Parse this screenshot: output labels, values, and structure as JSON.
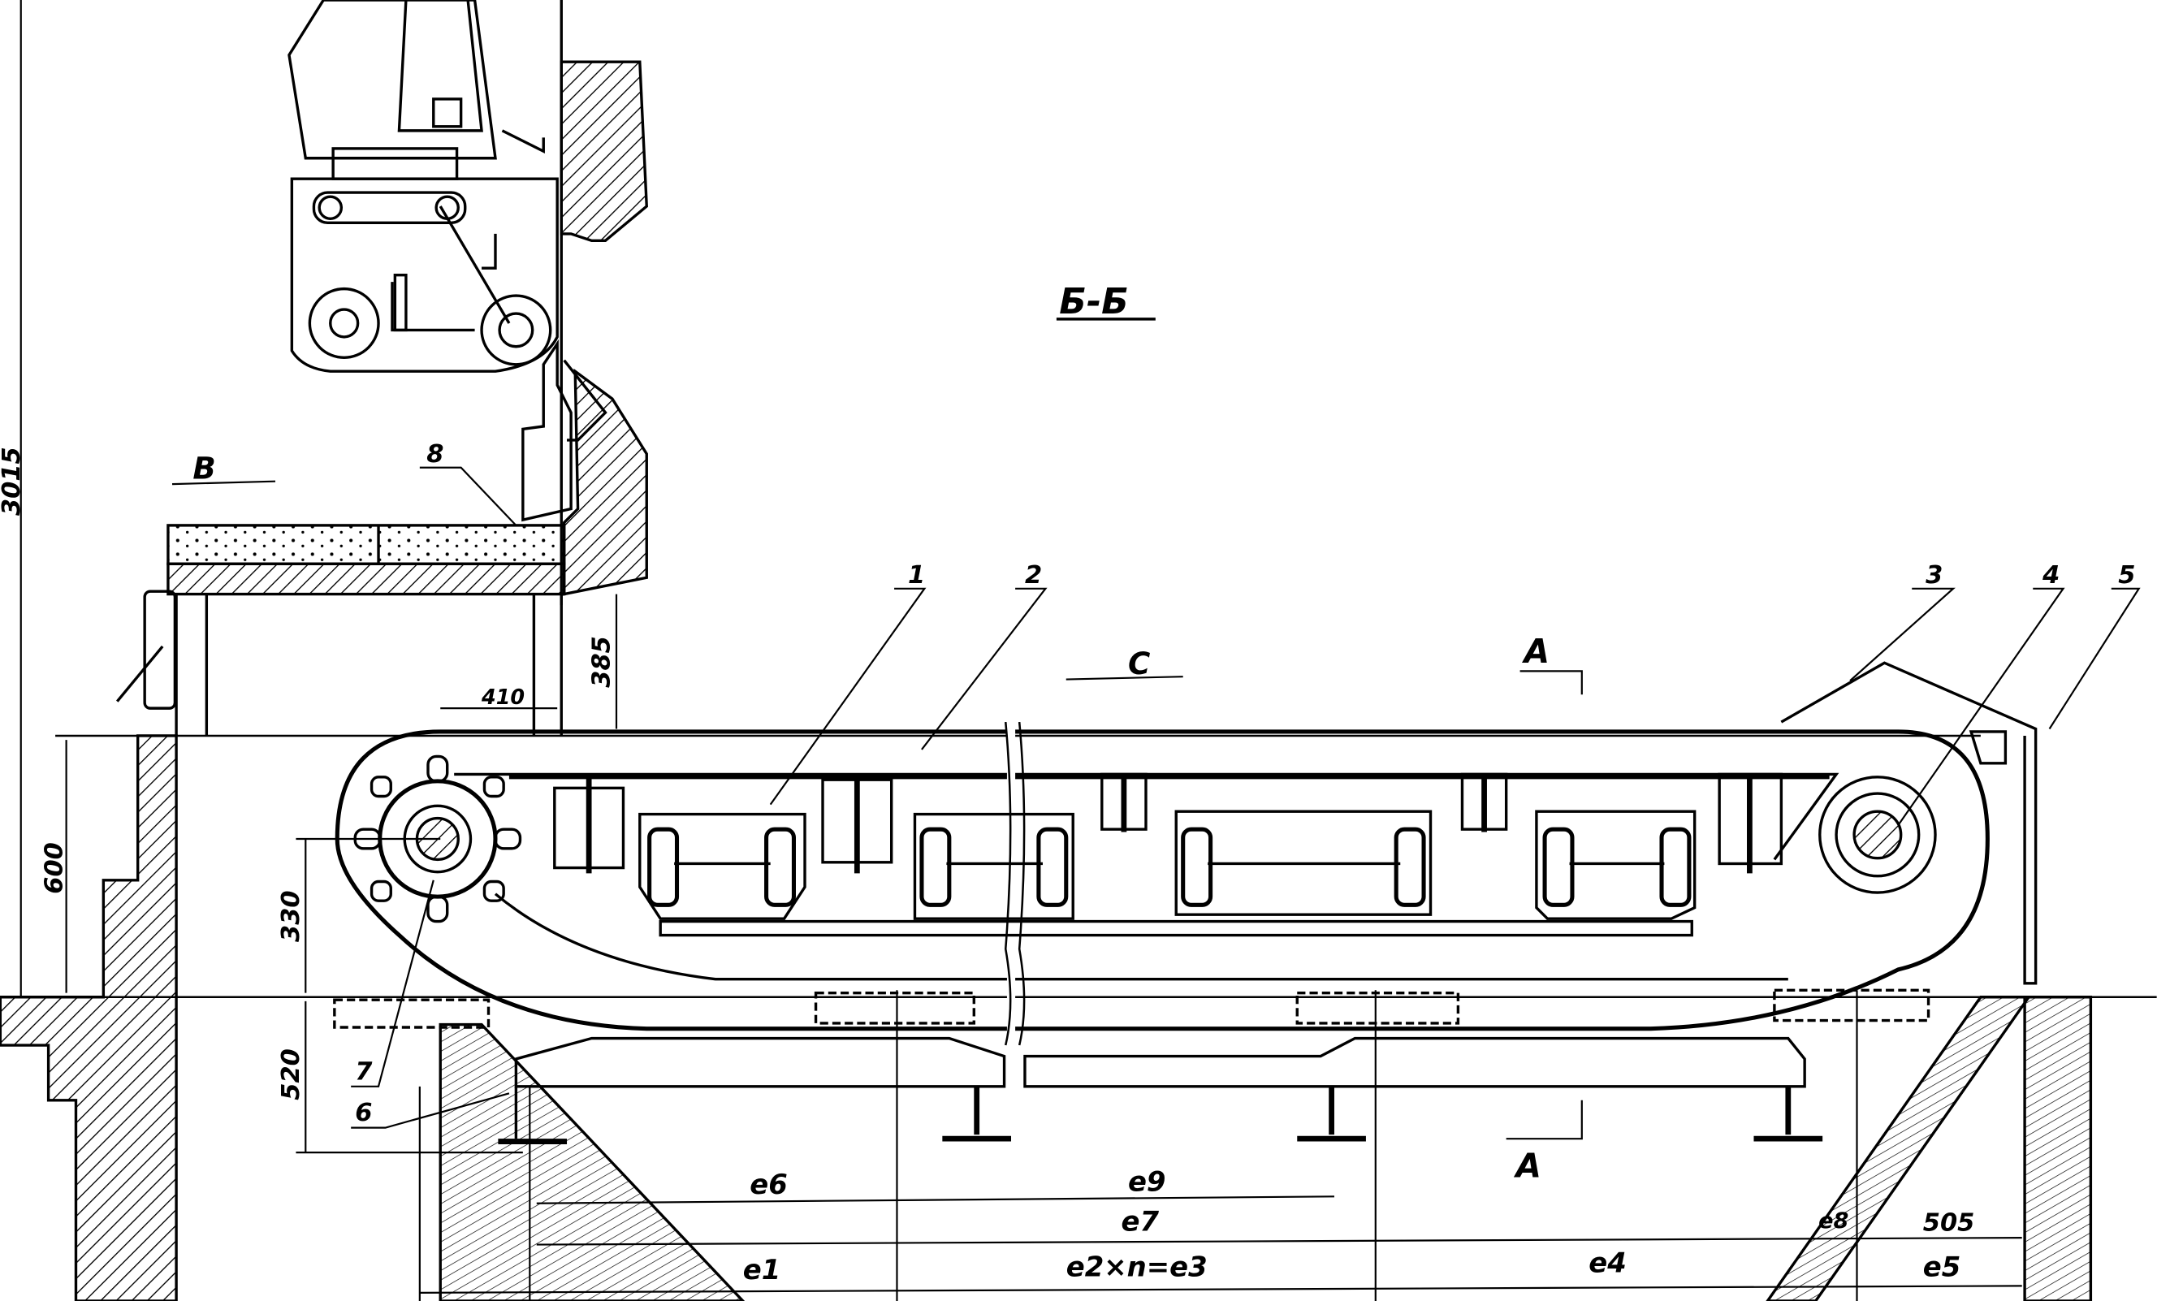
{
  "drawing": {
    "section_title": "Б-Б",
    "view_labels": {
      "B": "В",
      "C": "С",
      "A_top": "А",
      "A_bottom": "А"
    },
    "callouts": [
      "1",
      "2",
      "3",
      "4",
      "5",
      "6",
      "7",
      "8"
    ],
    "dimensions": {
      "total_height": "3015",
      "wall_height": "600",
      "slab_gap": "385",
      "offset": "410",
      "sprocket_height": "330",
      "base_height": "520",
      "end_gap": "505"
    },
    "spans": {
      "e6": "e6",
      "e9": "e9",
      "e7": "e7",
      "e1": "e1",
      "e2n": "e2×n=e3",
      "e4": "e4",
      "e8": "e8",
      "e5": "e5"
    }
  }
}
